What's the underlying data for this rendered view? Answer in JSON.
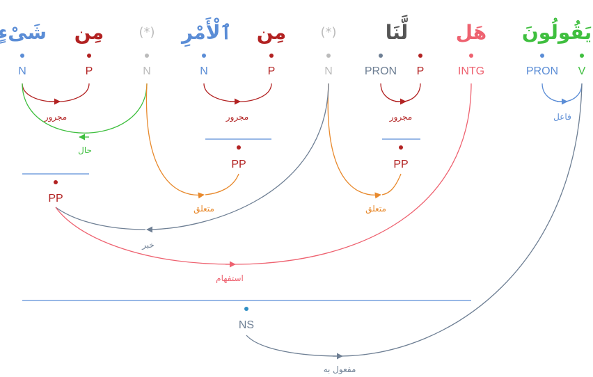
{
  "colors": {
    "blue": "#5b8dd6",
    "darkred": "#b22222",
    "gray": "#bbbbbb",
    "darkgray": "#555555",
    "slate": "#6e7f94",
    "pink": "#ee6270",
    "green": "#3fbf3f",
    "orange": "#e8892c",
    "teal": "#2f8fc4"
  },
  "words": [
    {
      "ar": "شَىْءٍ",
      "color": "blue"
    },
    {
      "ar": "مِن",
      "color": "darkred"
    },
    {
      "ar": "(*)",
      "color": "gray"
    },
    {
      "ar": "ٱلْأَمْرِ",
      "color": "blue",
      "alt_color": "darkgray"
    },
    {
      "ar": "مِن",
      "color": "darkred"
    },
    {
      "ar": "(*)",
      "color": "gray"
    },
    {
      "ar": "لَّنَا",
      "color": "darkgray"
    },
    {
      "ar": "هَل",
      "color": "pink"
    },
    {
      "ar": "يَقُولُونَ",
      "color": "green",
      "alt_color": "blue"
    }
  ],
  "tags": [
    {
      "text": "N",
      "color": "blue"
    },
    {
      "text": "P",
      "color": "darkred"
    },
    {
      "text": "N",
      "color": "gray"
    },
    {
      "text": "N",
      "color": "blue"
    },
    {
      "text": "P",
      "color": "darkred"
    },
    {
      "text": "N",
      "color": "gray"
    },
    {
      "text": "PRON",
      "color": "slate"
    },
    {
      "text": "P",
      "color": "darkred"
    },
    {
      "text": "INTG",
      "color": "pink"
    },
    {
      "text": "PRON",
      "color": "blue"
    },
    {
      "text": "V",
      "color": "green"
    }
  ],
  "phrases": [
    {
      "text": "PP",
      "color": "darkred"
    },
    {
      "text": "PP",
      "color": "darkred"
    },
    {
      "text": "PP",
      "color": "darkred"
    },
    {
      "text": "NS",
      "color": "slate"
    }
  ],
  "relations": [
    {
      "text": "مجرور",
      "color": "darkred"
    },
    {
      "text": "حال",
      "color": "green"
    },
    {
      "text": "مجرور",
      "color": "darkred"
    },
    {
      "text": "مجرور",
      "color": "darkred"
    },
    {
      "text": "فاعل",
      "color": "blue"
    },
    {
      "text": "متعلق",
      "color": "orange"
    },
    {
      "text": "متعلق",
      "color": "orange"
    },
    {
      "text": "خبر",
      "color": "slate"
    },
    {
      "text": "استفهام",
      "color": "pink"
    },
    {
      "text": "مفعول به",
      "color": "slate"
    }
  ]
}
